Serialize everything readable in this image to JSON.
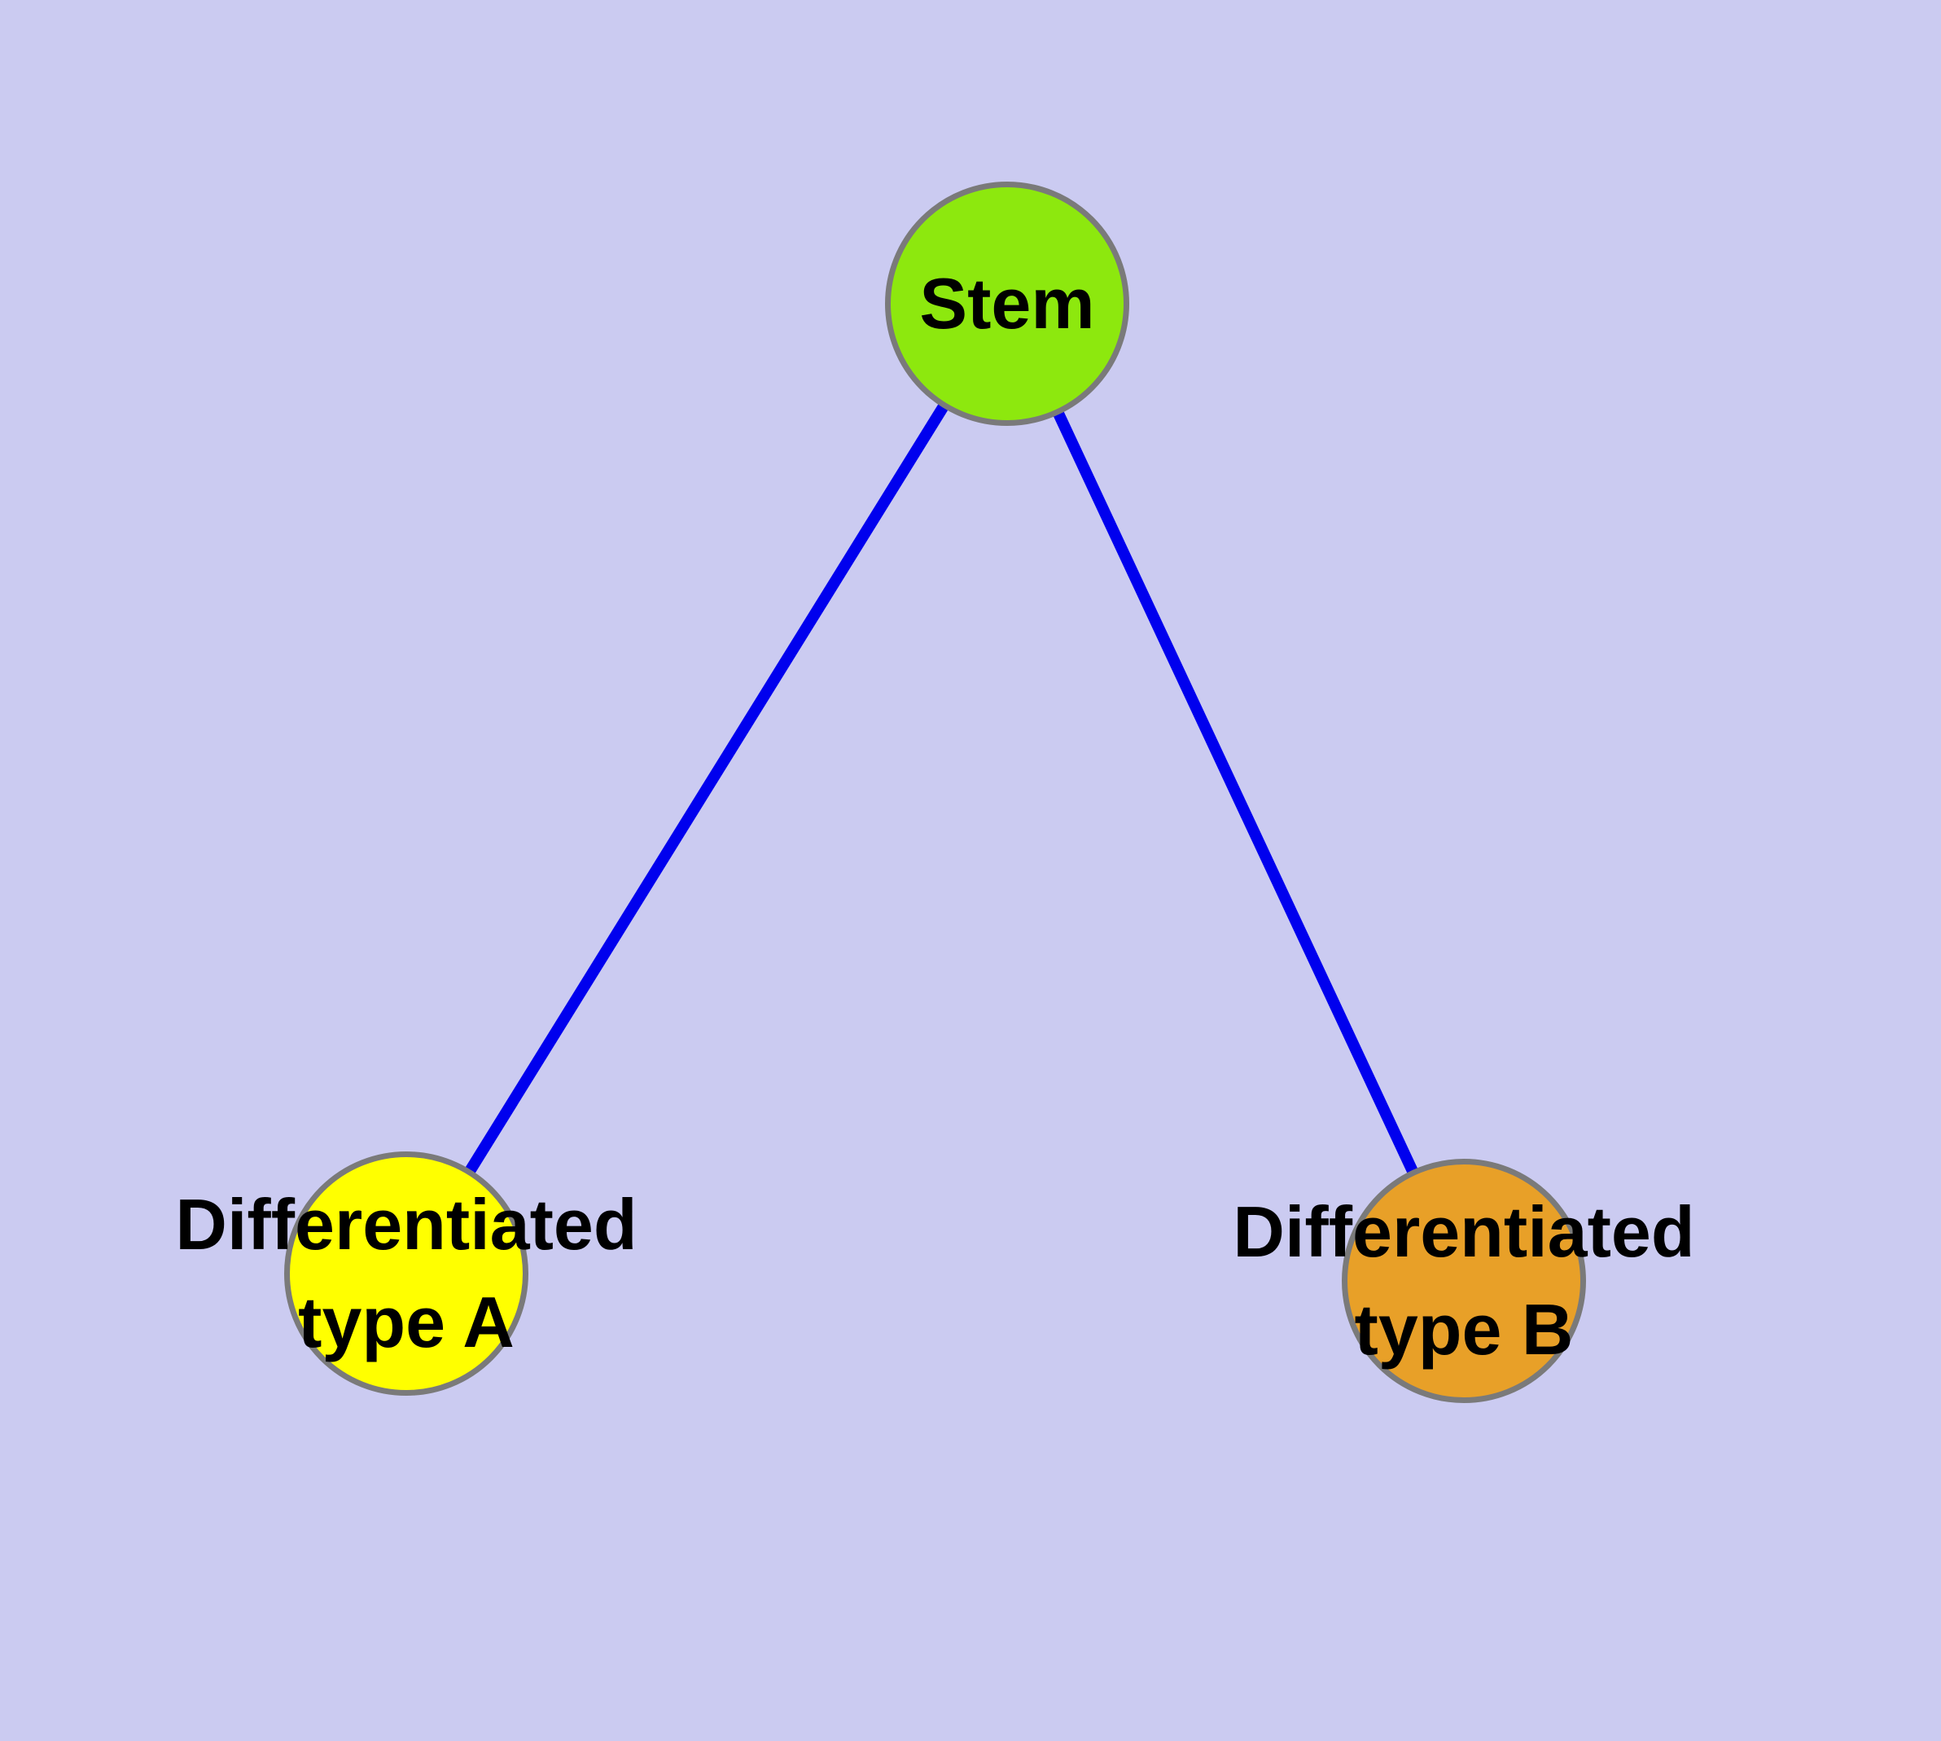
{
  "diagram": {
    "type": "graph",
    "description": "Stem cell differentiation tree: one stem node linked to two differentiated cell-type nodes",
    "colors": {
      "background": "#CBCBF1",
      "edge": "#0000EE",
      "node_border": "#7a7a7a",
      "label_text": "#000000"
    },
    "nodes": [
      {
        "id": "stem",
        "label": "Stem",
        "fill": "#8DE80E"
      },
      {
        "id": "type-a",
        "label_line1": "Differentiated",
        "label_line2": "type A",
        "fill": "#FFFF00"
      },
      {
        "id": "type-b",
        "label_line1": "Differentiated",
        "label_line2": "type B",
        "fill": "#E8A028"
      }
    ],
    "edges": [
      {
        "from": "Stem",
        "to": "Differentiated type A"
      },
      {
        "from": "Stem",
        "to": "Differentiated type B"
      }
    ]
  }
}
